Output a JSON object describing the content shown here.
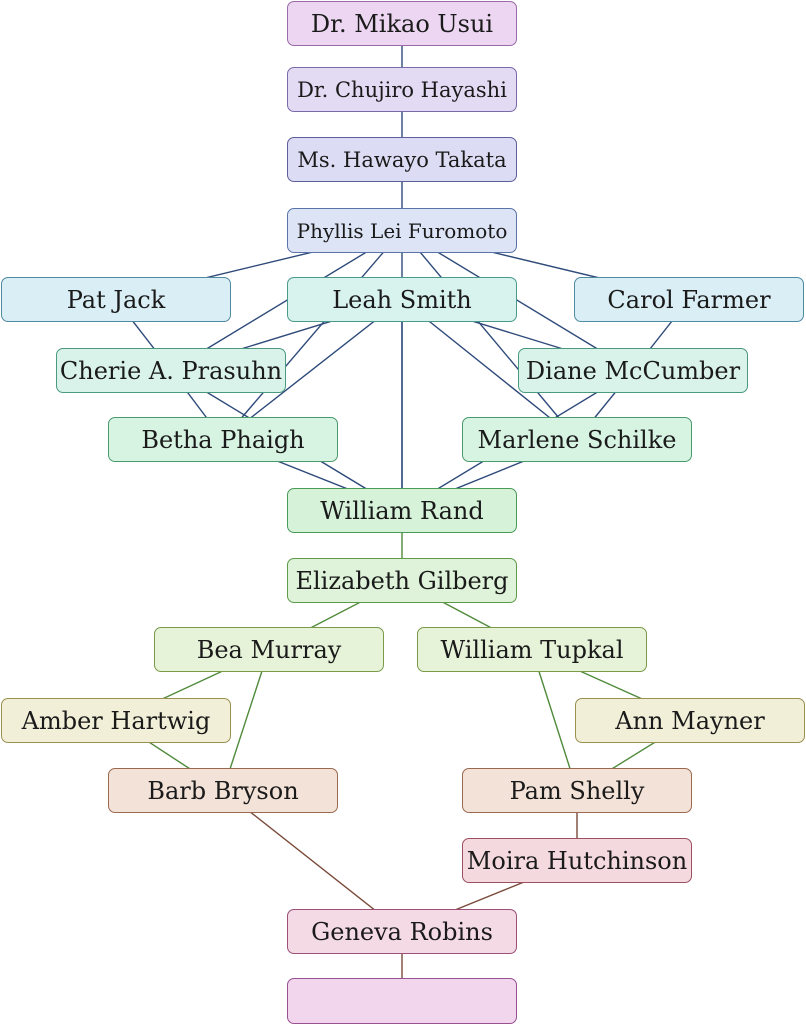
{
  "diagram": {
    "nodes": [
      {
        "id": "usui",
        "label": "Dr. Mikao Usui",
        "fill": "#ecd6f2",
        "stroke": "#9a6aa8"
      },
      {
        "id": "hayashi",
        "label": "Dr. Chujiro Hayashi",
        "fill": "#e3daf3",
        "stroke": "#7a6aa8"
      },
      {
        "id": "takata",
        "label": "Ms. Hawayo Takata",
        "fill": "#dcdcf4",
        "stroke": "#5e5e9c"
      },
      {
        "id": "furomoto",
        "label": "Phyllis Lei Furomoto",
        "fill": "#dde4f6",
        "stroke": "#5a73a8"
      },
      {
        "id": "patjack",
        "label": "Pat Jack",
        "fill": "#daeef5",
        "stroke": "#4f8aa0"
      },
      {
        "id": "leah",
        "label": "Leah Smith",
        "fill": "#d8f2ee",
        "stroke": "#4a9a8c"
      },
      {
        "id": "carol",
        "label": "Carol Farmer",
        "fill": "#daeef5",
        "stroke": "#4f8aa0"
      },
      {
        "id": "cherie",
        "label": "Cherie A. Prasuhn",
        "fill": "#d9f3ea",
        "stroke": "#4a9a80"
      },
      {
        "id": "diane",
        "label": "Diane McCumber",
        "fill": "#d9f3ea",
        "stroke": "#4a9a80"
      },
      {
        "id": "betha",
        "label": "Betha Phaigh",
        "fill": "#d7f3e2",
        "stroke": "#4a9a6e"
      },
      {
        "id": "marlene",
        "label": "Marlene Schilke",
        "fill": "#d7f3e2",
        "stroke": "#4a9a6e"
      },
      {
        "id": "rand",
        "label": "William Rand",
        "fill": "#d6f3da",
        "stroke": "#4a9a58"
      },
      {
        "id": "gilberg",
        "label": "Elizabeth Gilberg",
        "fill": "#def3d9",
        "stroke": "#5e9a4a"
      },
      {
        "id": "bea",
        "label": "Bea Murray",
        "fill": "#e7f3d9",
        "stroke": "#7a9a4a"
      },
      {
        "id": "tupkal",
        "label": "William Tupkal",
        "fill": "#e7f3d9",
        "stroke": "#7a9a4a"
      },
      {
        "id": "amber",
        "label": "Amber Hartwig",
        "fill": "#f2efd8",
        "stroke": "#9a9050"
      },
      {
        "id": "ann",
        "label": "Ann Mayner",
        "fill": "#f2efd8",
        "stroke": "#9a9050"
      },
      {
        "id": "barb",
        "label": "Barb Bryson",
        "fill": "#f3e2d8",
        "stroke": "#9a6a50"
      },
      {
        "id": "pam",
        "label": "Pam Shelly",
        "fill": "#f3e2d8",
        "stroke": "#9a6a50"
      },
      {
        "id": "moira",
        "label": "Moira Hutchinson",
        "fill": "#f4dade",
        "stroke": "#9a5060"
      },
      {
        "id": "geneva",
        "label": "Geneva Robins",
        "fill": "#f4dae4",
        "stroke": "#9a5078"
      },
      {
        "id": "blank",
        "label": "",
        "fill": "#f2d6ee",
        "stroke": "#9a5090"
      }
    ],
    "edges": [
      [
        "usui",
        "hayashi"
      ],
      [
        "hayashi",
        "takata"
      ],
      [
        "takata",
        "furomoto"
      ],
      [
        "furomoto",
        "patjack"
      ],
      [
        "furomoto",
        "carol"
      ],
      [
        "furomoto",
        "cherie"
      ],
      [
        "furomoto",
        "betha"
      ],
      [
        "furomoto",
        "rand"
      ],
      [
        "furomoto",
        "diane"
      ],
      [
        "furomoto",
        "marlene"
      ],
      [
        "patjack",
        "cherie"
      ],
      [
        "carol",
        "diane"
      ],
      [
        "leah",
        "cherie"
      ],
      [
        "leah",
        "betha"
      ],
      [
        "leah",
        "rand"
      ],
      [
        "leah",
        "diane"
      ],
      [
        "leah",
        "marlene"
      ],
      [
        "cherie",
        "betha"
      ],
      [
        "cherie",
        "rand"
      ],
      [
        "betha",
        "rand"
      ],
      [
        "diane",
        "marlene"
      ],
      [
        "diane",
        "rand"
      ],
      [
        "marlene",
        "rand"
      ],
      [
        "rand",
        "gilberg"
      ],
      [
        "gilberg",
        "bea"
      ],
      [
        "gilberg",
        "tupkal"
      ],
      [
        "bea",
        "amber"
      ],
      [
        "bea",
        "barb"
      ],
      [
        "amber",
        "barb"
      ],
      [
        "tupkal",
        "ann"
      ],
      [
        "tupkal",
        "pam"
      ],
      [
        "ann",
        "pam"
      ],
      [
        "pam",
        "moira"
      ],
      [
        "moira",
        "geneva"
      ],
      [
        "barb",
        "geneva"
      ],
      [
        "geneva",
        "blank"
      ]
    ]
  }
}
